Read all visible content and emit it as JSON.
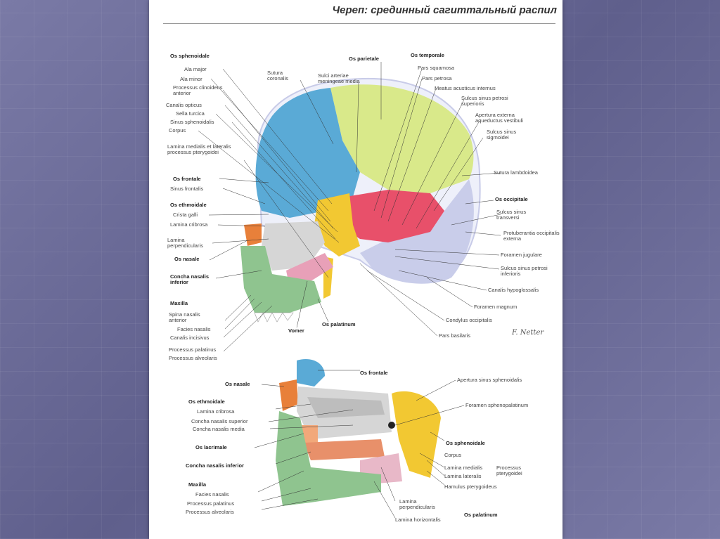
{
  "title": "Череп: срединный сагиттальный распил",
  "signature": "F. Netter",
  "top_labels": {
    "os_sphenoidale": "Os sphenoidale",
    "ala_major": "Ala major",
    "ala_minor": "Ala minor",
    "processus_clinoideus_anterior": "Processus clinoideus anterior",
    "canalis_opticus": "Canalis opticus",
    "sella_turcica": "Sella turcica",
    "sinus_sphenoidalis": "Sinus sphenoidalis",
    "corpus": "Corpus",
    "lamina_pterygoidei": "Lamina medialis et lateralis processus pterygoidei",
    "os_frontale": "Os frontale",
    "sinus_frontalis": "Sinus frontalis",
    "os_ethmoidale": "Os ethmoidale",
    "crista_galli": "Crista galli",
    "lamina_cribrosa": "Lamina cribrosa",
    "lamina_perpendicularis": "Lamina perpendicularis",
    "os_nasale": "Os nasale",
    "concha_nasalis_inferior": "Concha nasalis inferior",
    "maxilla": "Maxilla",
    "spina_nasalis_anterior": "Spina nasalis anterior",
    "facies_nasalis": "Facies nasalis",
    "canalis_incisivus": "Canalis incisivus",
    "processus_palatinus": "Processus palatinus",
    "processus_alveolaris": "Processus alveolaris",
    "vomer": "Vomer",
    "os_palatinum": "Os palatinum",
    "sutura_coronalis": "Sutura coronalis",
    "sulci_arteriae": "Sulci arteriae meningeae media",
    "os_parietale": "Os parietale",
    "os_temporale": "Os temporale",
    "pars_squamosa": "Pars squamosa",
    "pars_petrosa": "Pars petrosa",
    "meatus_acusticus_internus": "Meatus acusticus internus",
    "sulcus_sinus_petrosi_superioris": "Sulcus sinus petrosi superioris",
    "apertura_externa": "Apertura externa aqueductus vestibuli",
    "sulcus_sinus_sigmoidei": "Sulcus sinus sigmoidei",
    "sutura_lambdoidea": "Sutura lambdoidea",
    "os_occipitale": "Os occipitale",
    "sulcus_sinus_transversi": "Sulcus sinus transversi",
    "protuberantia": "Protuberantia occipitalis externa",
    "foramen_jugulare": "Foramen jugulare",
    "sulcus_sinus_petrosi_inferioris": "Sulcus sinus petrosi inferioris",
    "canalis_hypoglossalis": "Canalis hypoglossalis",
    "foramen_magnum": "Foramen magnum",
    "condylus_occipitalis": "Condylus occipitalis",
    "pars_basilaris": "Pars basilaris"
  },
  "bottom_labels": {
    "os_frontale": "Os frontale",
    "os_nasale": "Os nasale",
    "os_ethmoidale": "Os ethmoidale",
    "lamina_cribrosa": "Lamina cribrosa",
    "concha_nasalis_superior": "Concha nasalis superior",
    "concha_nasalis_media": "Concha nasalis media",
    "os_lacrimale": "Os lacrimale",
    "concha_nasalis_inferior": "Concha nasalis inferior",
    "maxilla": "Maxilla",
    "facies_nasalis": "Facies nasalis",
    "processus_palatinus": "Processus palatinus",
    "processus_alveolaris": "Processus alveolaris",
    "apertura_sinus_sphenoidalis": "Apertura sinus sphenoidalis",
    "foramen_sphenopalatinum": "Foramen sphenopalatinum",
    "os_sphenoidale": "Os sphenoidale",
    "corpus": "Corpus",
    "lamina_medialis": "Lamina medialis",
    "lamina_lateralis": "Lamina lateralis",
    "processus_pterygoidei": "Processus pterygoidei",
    "hamulus_pterygoideus": "Hamulus pterygoideus",
    "lamina_perpendicularis": "Lamina perpendicularis",
    "lamina_horizontalis": "Lamina horizontalis",
    "os_palatinum": "Os palatinum"
  },
  "colors": {
    "frontal": "#5aaad6",
    "parietal": "#d9e98a",
    "temporal": "#e8506a",
    "occipital": "#c9cdea",
    "sphenoid": "#f2c832",
    "ethmoid": "#cfcfcf",
    "maxilla": "#8fc48f",
    "nasal": "#e8803a",
    "palatine": "#e8b8c8",
    "vomer": "#e8a0b8"
  }
}
